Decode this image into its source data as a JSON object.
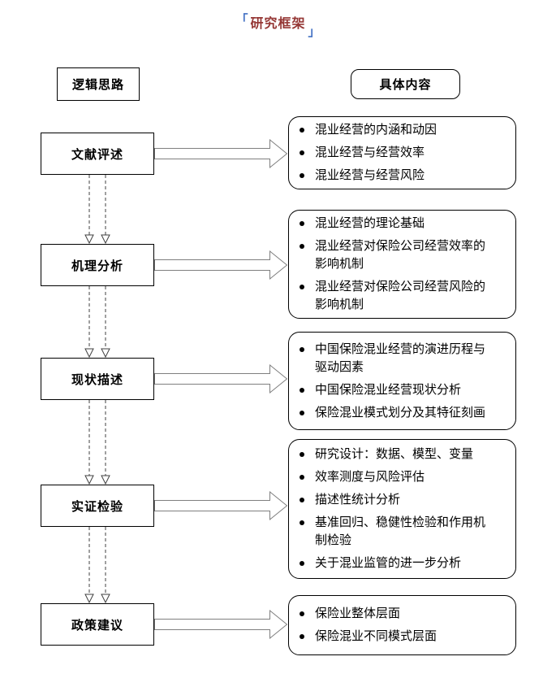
{
  "title": {
    "open_bracket": "「",
    "text": "研究框架",
    "close_bracket": "」",
    "text_color": "#953735",
    "bracket_color": "#4472c4"
  },
  "headers": {
    "left": "逻辑思路",
    "right": "具体内容"
  },
  "icons": {
    "block_arrow": "right-block-arrow",
    "dashed_connector": "dashed-down-arrows",
    "bullet": "filled-circle-bullet"
  },
  "colors": {
    "box_border": "#000000",
    "arrow_outline": "#7f7f7f",
    "connector": "#404040",
    "background": "#ffffff"
  },
  "rows": [
    {
      "left": "文献评述",
      "items": [
        "混业经营的内涵和动因",
        "混业经营与经营效率",
        "混业经营与经营风险"
      ]
    },
    {
      "left": "机理分析",
      "items": [
        "混业经营的理论基础",
        "混业经营对保险公司经营效率的影响机制",
        "混业经营对保险公司经营风险的影响机制"
      ]
    },
    {
      "left": "现状描述",
      "items": [
        "中国保险混业经营的演进历程与驱动因素",
        "中国保险混业经营现状分析",
        "保险混业模式划分及其特征刻画"
      ]
    },
    {
      "left": "实证检验",
      "items": [
        "研究设计：数据、模型、变量",
        "效率测度与风险评估",
        "描述性统计分析",
        "基准回归、稳健性检验和作用机制检验",
        "关于混业监管的进一步分析"
      ]
    },
    {
      "left": "政策建议",
      "items": [
        "保险业整体层面",
        "保险混业不同模式层面"
      ]
    }
  ]
}
